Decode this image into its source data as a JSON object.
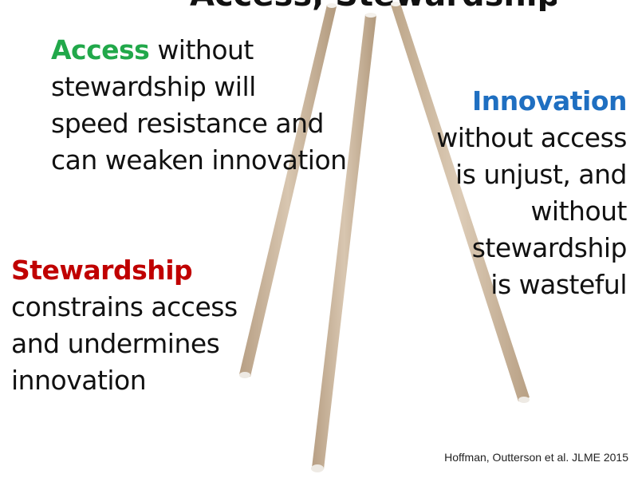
{
  "slide": {
    "title_partial": "Access, Stewardship, Innovation",
    "access_block": {
      "keyword": "Access",
      "keyword_color": "#21a84a",
      "rest_of_first_line": " without",
      "lines": [
        "stewardship will",
        "speed resistance and",
        "can weaken innovation"
      ]
    },
    "innovation_block": {
      "keyword": "Innovation",
      "keyword_color": "#1f6fc1",
      "lines": [
        "without access",
        "is unjust, and",
        "without",
        "stewardship",
        "is wasteful"
      ]
    },
    "stewardship_block": {
      "keyword": "Stewardship",
      "keyword_color": "#c00000",
      "lines": [
        "constrains access",
        "and undermines",
        "innovation"
      ]
    },
    "citation": "Hoffman, Outterson et al. JLME 2015",
    "image": {
      "icon": "wooden-tripod-illustration",
      "wood_color": "#c9b49a",
      "tip_color": "#f4f1ec"
    }
  }
}
